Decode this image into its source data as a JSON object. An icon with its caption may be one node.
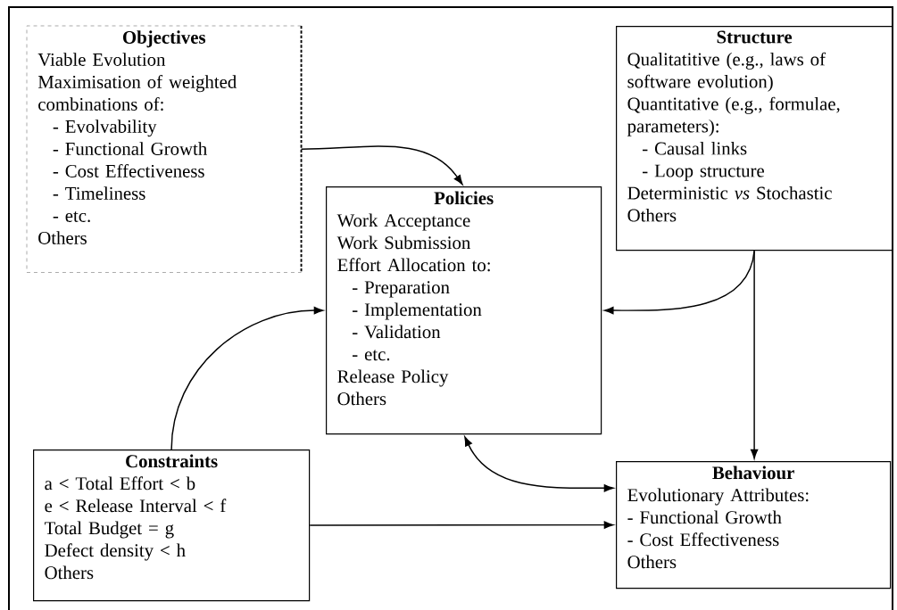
{
  "diagram": {
    "nodes": [
      {
        "text": [
          "Objectives",
          "Viable Evolution",
          "Maximisation of weighted combinations of:",
          "- Evolvability",
          "- Functional Growth",
          "- Cost Effectiveness",
          "- Timeliness",
          "- etc.",
          "Others"
        ]
      },
      {
        "text": [
          "Structure",
          "Qualitatitive (e.g., laws of software evolution)",
          "Quantitative (e.g., formulae, parameters):",
          "-  Causal links",
          "-  Loop structure",
          "Deterministic *vs* Stochastic",
          "Others"
        ]
      },
      {
        "text": [
          "Policies",
          "Work Acceptance",
          "Work Submission",
          "Effort Allocation to:",
          "- Preparation",
          "- Implementation",
          "- Validation",
          "- etc.",
          "Release Policy",
          "Others"
        ]
      },
      {
        "text": [
          "Constraints",
          "a < Total Effort < b",
          "e < Release Interval < f",
          "Total Budget = g",
          "Defect density < h",
          "Others"
        ]
      },
      {
        "text": [
          "Behaviour",
          "Evolutionary Attributes:",
          "- Functional Growth",
          "- Cost Effectiveness",
          "Others"
        ]
      }
    ],
    "edges": [
      {
        "from": 0,
        "to": 2,
        "arrow": "to"
      },
      {
        "from": 1,
        "to": 2,
        "arrow": "to"
      },
      {
        "from": 1,
        "to": 4,
        "arrow": "to"
      },
      {
        "from": 3,
        "to": 2,
        "arrow": "to"
      },
      {
        "from": 2,
        "to": 4,
        "arrow": "both"
      },
      {
        "from": 3,
        "to": 4,
        "arrow": "to"
      }
    ]
  }
}
